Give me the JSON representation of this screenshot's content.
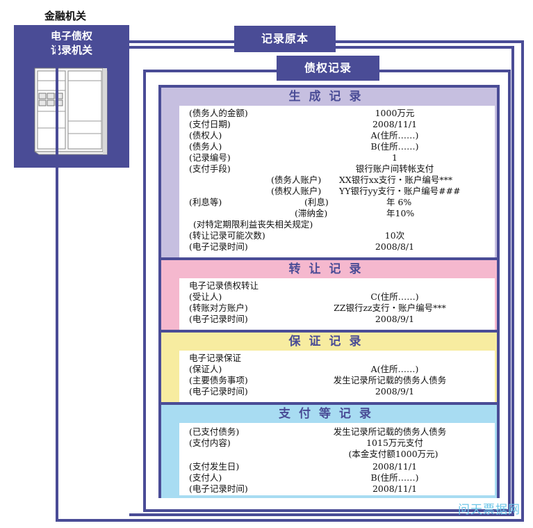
{
  "top_label": "金融机关",
  "org_box": {
    "line1": "电子债权",
    "line2": "记录机关"
  },
  "tags": {
    "original": "记录原本",
    "debt": "债权记录"
  },
  "sections": {
    "generation": {
      "title": "生成记录",
      "rows": [
        {
          "label": "(债务人的金额)",
          "value": "1000万元"
        },
        {
          "label": "(支付日期)",
          "value": "2008/11/1"
        },
        {
          "label": "(债权人)",
          "value": "A(住所……)"
        },
        {
          "label": "(债务人)",
          "value": "B(住所……)"
        },
        {
          "label": "(记录编号)",
          "value": "1"
        },
        {
          "label": "(支付手段)",
          "value": "银行账户间转帐支付"
        },
        {
          "label": "(债务人账户)",
          "value": "XX银行xx支行・账户编号***"
        },
        {
          "label": "(债权人账户)",
          "value": "YY银行yy支行・账户编号###"
        },
        {
          "label": "(利息等)",
          "sublabel": "(利息)",
          "value": "年 6%"
        },
        {
          "sublabel": "(滞纳金)",
          "value": "年10%"
        },
        {
          "label": "(对特定期限利益丧失相关规定)"
        },
        {
          "label": "(转让记录可能次数)",
          "value": "10次"
        },
        {
          "label": "(电子记录时间)",
          "value": "2008/8/1"
        }
      ]
    },
    "transfer": {
      "title": "转让记录",
      "rows": [
        {
          "label": "电子记录债权转让"
        },
        {
          "label": "(受让人)",
          "value": "C(住所……)"
        },
        {
          "label": "(转账对方账户)",
          "value": "ZZ银行zz支行・账户编号***"
        },
        {
          "label": "(电子记录时间)",
          "value": "2008/9/1"
        }
      ]
    },
    "guarantee": {
      "title": "保证记录",
      "rows": [
        {
          "label": "电子记录保证"
        },
        {
          "label": "(保证人)",
          "value": "A(住所……)"
        },
        {
          "label": "(主要债务事项)",
          "value": "发生记录所记载的债务人债务"
        },
        {
          "label": "(电子记录时间)",
          "value": "2008/9/1"
        }
      ]
    },
    "payment": {
      "title": "支付等记录",
      "rows": [
        {
          "label": "(已支付债务)",
          "value": "发生记录所记载的债务人债务"
        },
        {
          "label": "(支付内容)",
          "value": "1015万元支付"
        },
        {
          "value": "(本金支付额1000万元)"
        },
        {
          "label": "(支付发生日)",
          "value": "2008/11/1"
        },
        {
          "label": "(支付人)",
          "value": "B(住所……)"
        },
        {
          "label": "(电子记录时间)",
          "value": "2008/11/1"
        }
      ]
    }
  },
  "watermark": "问天票据网",
  "colors": {
    "frame": "#4a4c96",
    "generation": "#c6bfe0",
    "transfer": "#f5b8ce",
    "guarantee": "#f7eca0",
    "payment": "#a8dcf2"
  },
  "icons": {
    "org_illustration": "server-cabinet-icon"
  }
}
